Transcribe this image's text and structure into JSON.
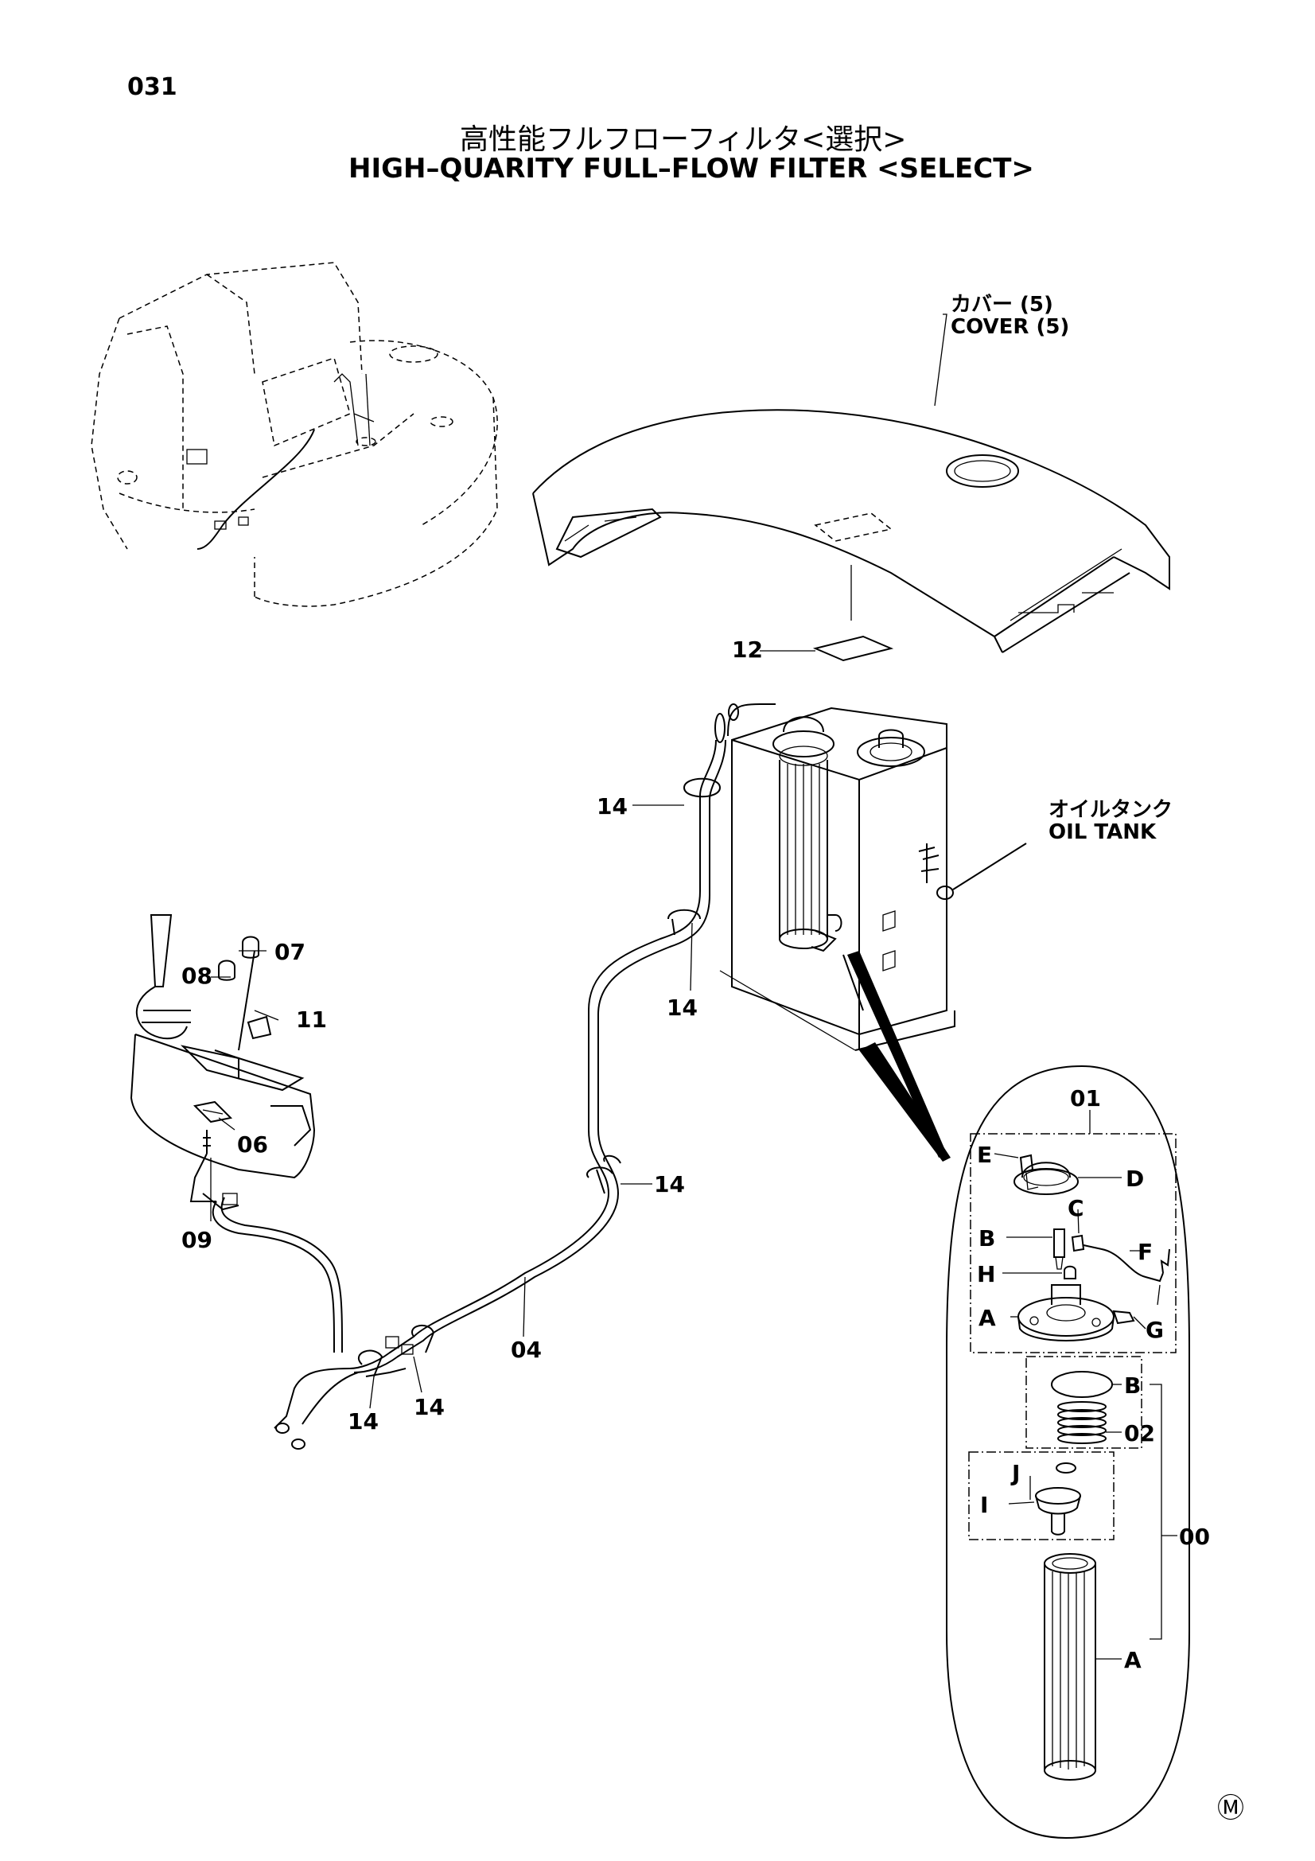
{
  "page_number": "031",
  "title_jp": "高性能フルフローフィルタ<選択>",
  "title_en": "HIGH–QUARITY FULL–FLOW FILTER <SELECT>",
  "labels": {
    "cover_jp": "カバー (5)",
    "cover_en": "COVER (5)",
    "oil_tank_jp": "オイルタンク",
    "oil_tank_en": "OIL TANK"
  },
  "callouts": {
    "c12": "12",
    "c14_a": "14",
    "c14_b": "14",
    "c14_c": "14",
    "c14_d": "14",
    "c14_e": "14",
    "c07": "07",
    "c08": "08",
    "c11": "11",
    "c06": "06",
    "c09": "09",
    "c04": "04",
    "c01": "01",
    "c02": "02",
    "c00": "00",
    "cE": "E",
    "cD": "D",
    "cC": "C",
    "cB1": "B",
    "cF": "F",
    "cH": "H",
    "cA1": "A",
    "cG": "G",
    "cB2": "B",
    "cJ": "J",
    "cI": "I",
    "cA2": "A"
  },
  "mark": "Ⓜ"
}
